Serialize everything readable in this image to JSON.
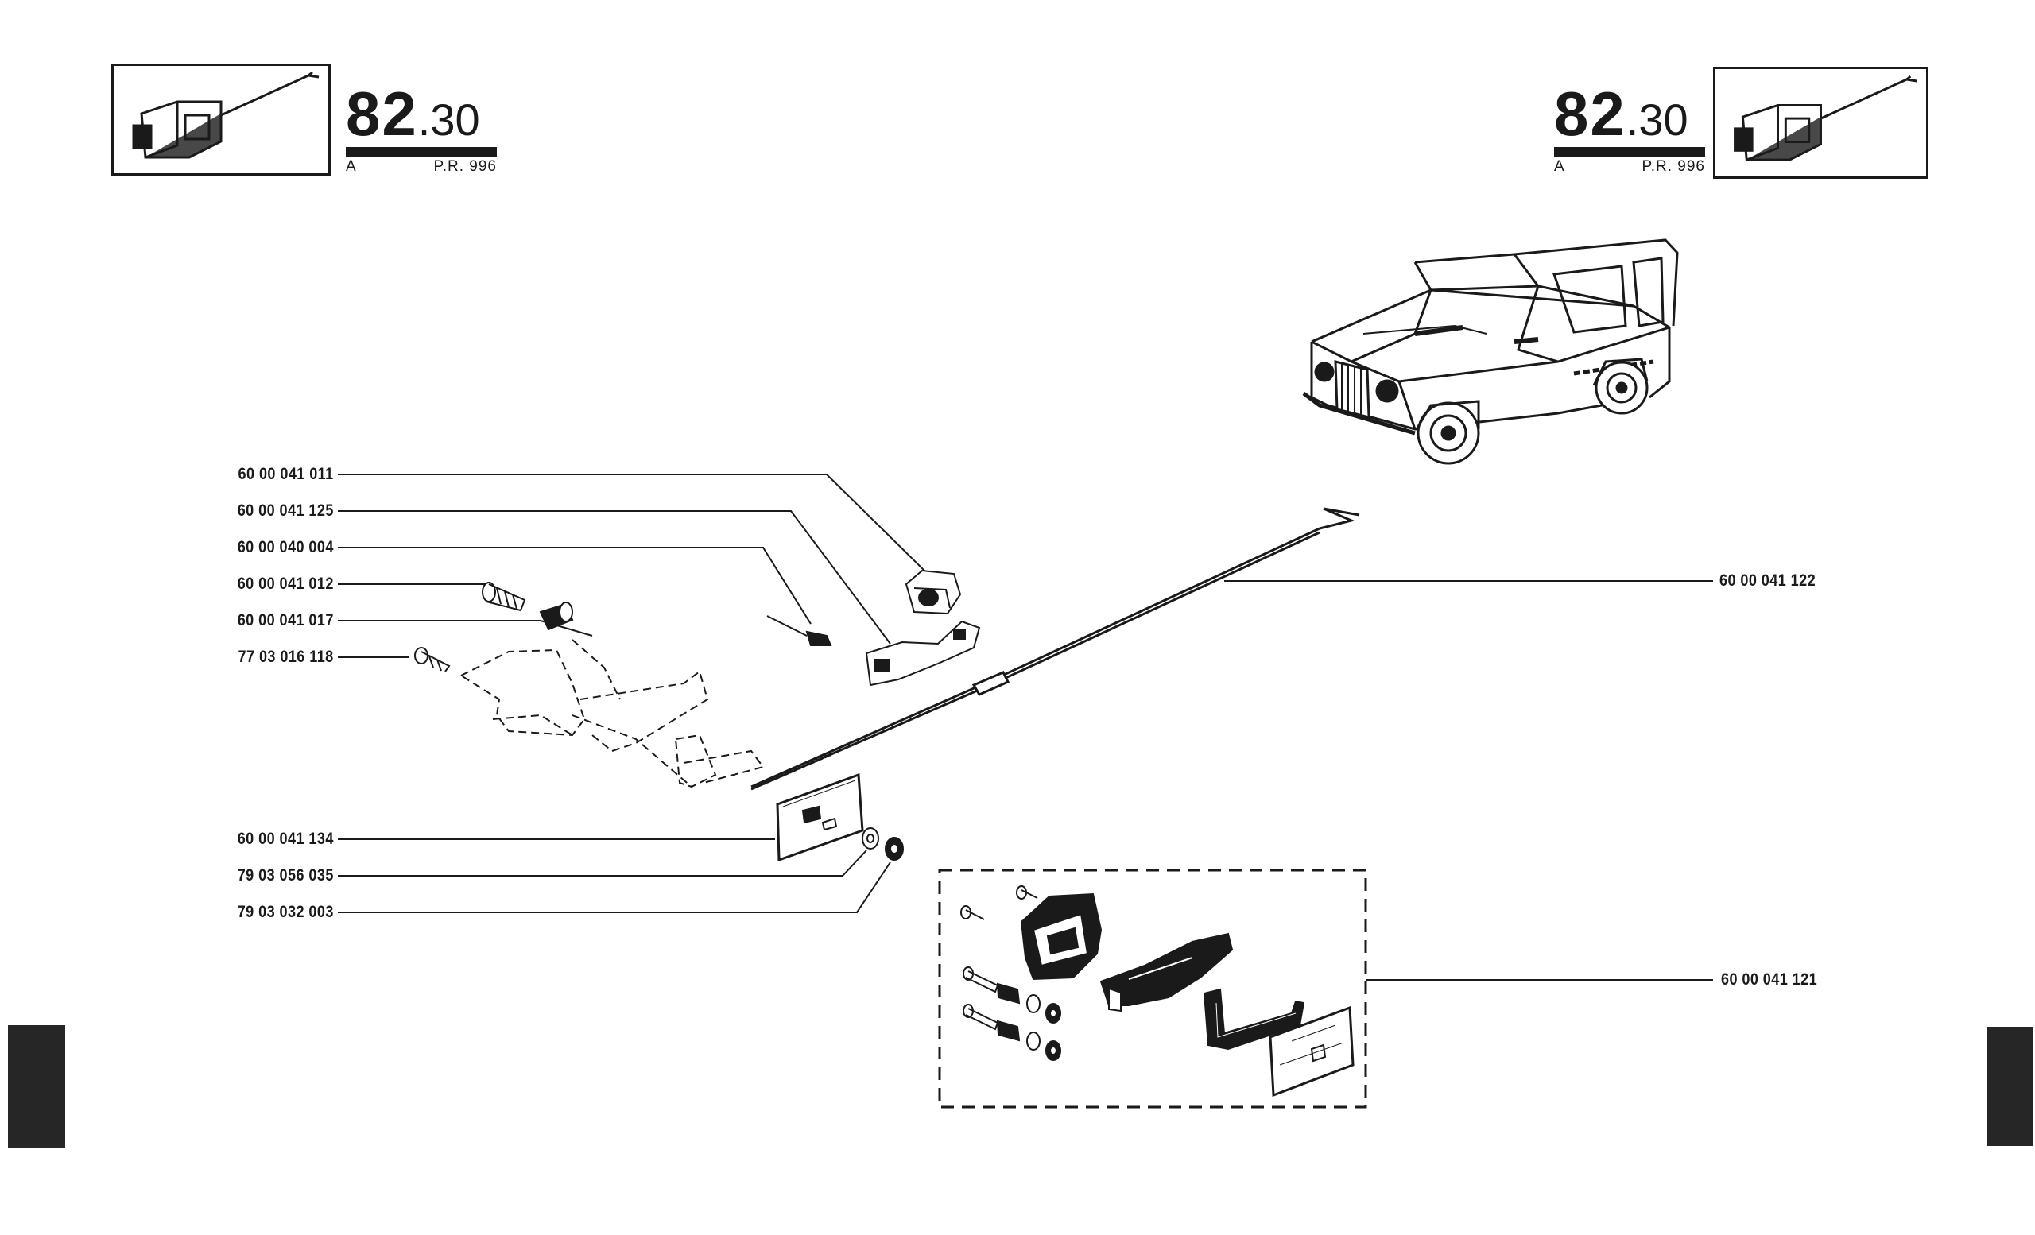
{
  "header": {
    "section_main": "82",
    "section_sub": ".30",
    "variant": "A",
    "reference": "P.R. 996"
  },
  "parts_left": [
    "60 00 041 011",
    "60 00 041 125",
    "60 00 040 004",
    "60 00 041 012",
    "60 00 041 017",
    "77 03 016 118",
    "60 00 041 134",
    "79 03 056 035",
    "79 03 032 003"
  ],
  "parts_right": [
    "60 00 041 122",
    "60 00 041 121"
  ],
  "icons": {
    "thumbnail": "door-lock-thumbnail-icon",
    "vehicle": "vehicle-illustration-icon"
  },
  "colors": {
    "ink": "#1a1a1a",
    "tab": "#262626",
    "paper": "#ffffff"
  }
}
